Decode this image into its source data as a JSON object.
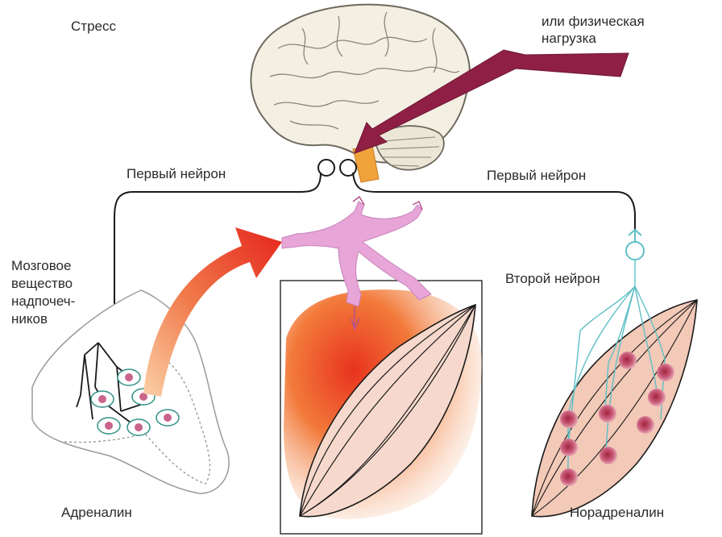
{
  "labels": {
    "stress": "Стресс",
    "physical_load_line1": "или физическая",
    "physical_load_line2": "нагрузка",
    "first_neuron_left": "Первый нейрон",
    "first_neuron_right": "Первый нейрон",
    "adrenal_medulla_line1": "Мозговое",
    "adrenal_medulla_line2": "вещество",
    "adrenal_medulla_line3": "надпочеч-",
    "adrenal_medulla_line4": "ников",
    "second_neuron": "Второй нейрон",
    "adrenaline": "Адреналин",
    "noradrenaline": "Норадреналин"
  },
  "colors": {
    "brain_fill": "#f3efe2",
    "brain_stroke": "#6e6a5e",
    "lightning_arrow": "#8f1f45",
    "brainstem": "#f0a33a",
    "nerve_line": "#1a1a1a",
    "hormone_arrow": "#e8452c",
    "vessel": "#e7a5d8",
    "heart_glow": "#f06a2a",
    "muscle_fill": "#f6d9cc",
    "cell_fill": "#c9658c",
    "second_neuron_line": "#5fbfc6"
  },
  "icons": [
    "brain-icon",
    "lightning-arrow-icon",
    "heart-icon",
    "muscle-icon",
    "adrenal-gland-icon",
    "blood-vessel-icon"
  ]
}
